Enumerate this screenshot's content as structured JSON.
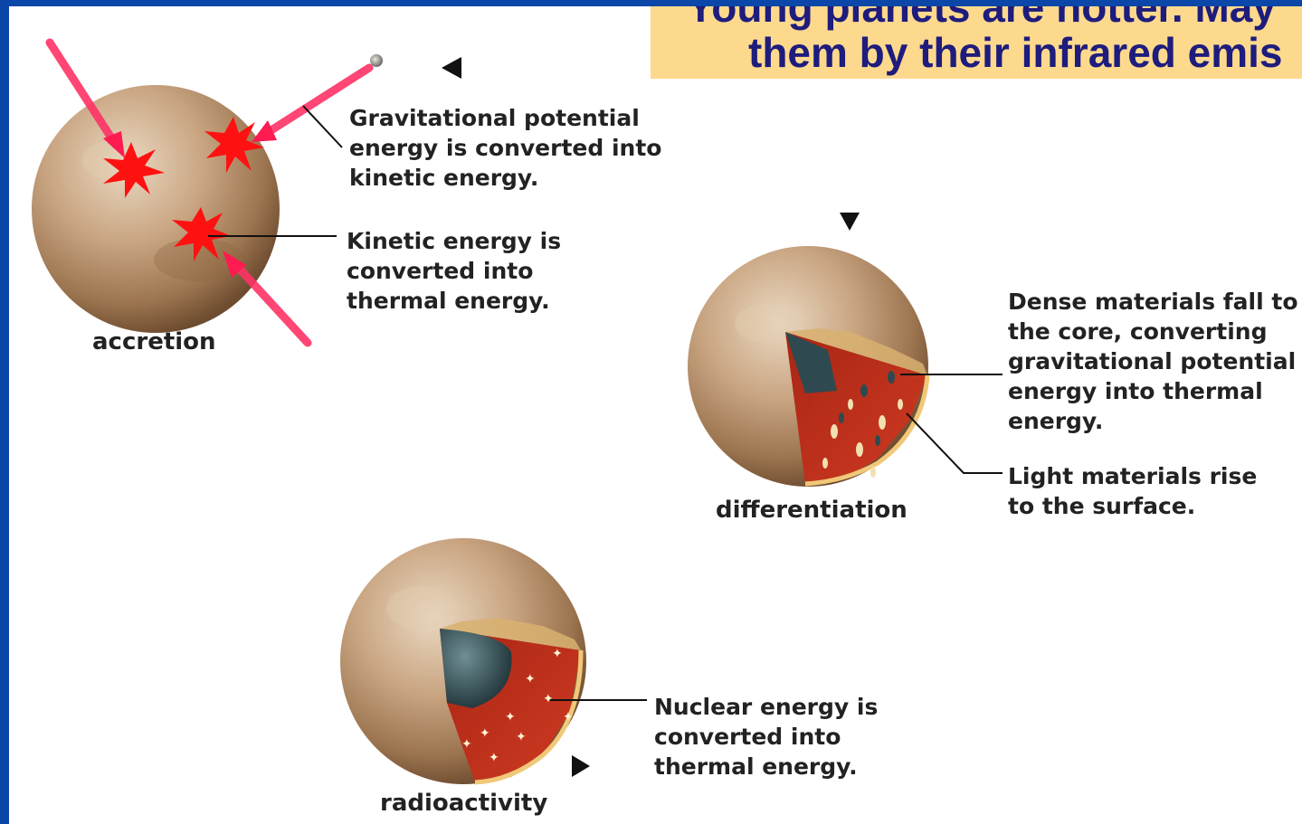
{
  "title": {
    "line1": "Young planets are hotter. May",
    "line2": "them by their infrared emis"
  },
  "accretion": {
    "caption": "accretion",
    "label_gravity": "Gravitational potential\nenergy is converted into\nkinetic energy.",
    "label_kinetic": "Kinetic energy is\nconverted into\nthermal energy."
  },
  "differentiation": {
    "caption": "differentiation",
    "label_dense": "Dense materials fall to\nthe core, converting\ngravitational potential\nenergy into thermal\nenergy.",
    "label_light": "Light materials rise\nto the surface."
  },
  "radioactivity": {
    "caption": "radioactivity",
    "label_nuclear": "Nuclear energy is\nconverted into\nthermal energy."
  },
  "colors": {
    "frame": "#0a47a8",
    "title_bg": "#fdd98e",
    "title_text": "#1e1c7c",
    "planet": "#b08a62",
    "interior": "#c0301c",
    "core": "#2e4a50",
    "impact": "#ff1111",
    "arrow": "#ff3366"
  }
}
